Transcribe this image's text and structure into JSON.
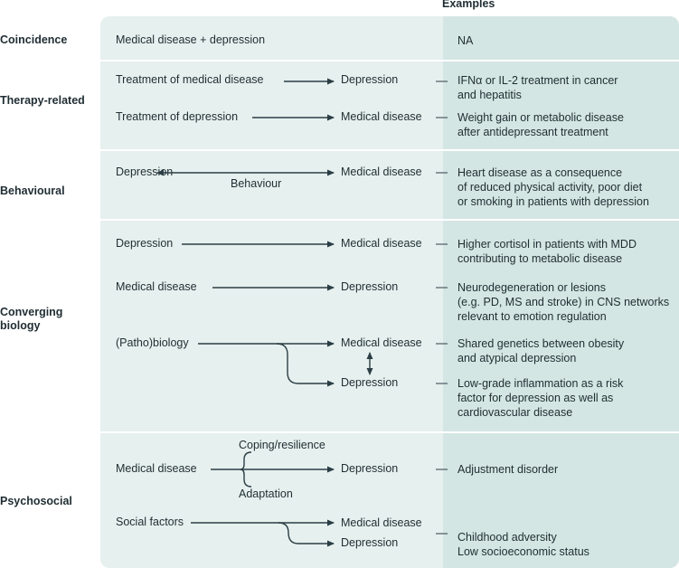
{
  "header": {
    "examples": "Examples"
  },
  "categories": {
    "coincidence": "Coincidence",
    "therapy_related": "Therapy-related",
    "behavioural": "Behavioural",
    "converging_biology": "Converging\nbiology",
    "psychosocial": "Psychosocial"
  },
  "rows": {
    "coincidence": {
      "source": "Medical disease + depression",
      "example": "NA"
    },
    "therapy_medical": {
      "source": "Treatment of medical disease",
      "target": "Depression",
      "example": "IFNα or IL-2 treatment in cancer\nand hepatitis"
    },
    "therapy_depression": {
      "source": "Treatment of depression",
      "target": "Medical disease",
      "example": "Weight gain or metabolic disease\nafter antidepressant treatment"
    },
    "behavioural": {
      "source": "Depression",
      "via": "Behaviour",
      "target": "Medical disease",
      "example": "Heart disease as a consequence\nof reduced physical activity, poor diet\nor smoking in patients with depression"
    },
    "bio_depression": {
      "source": "Depression",
      "target": "Medical disease",
      "example": "Higher cortisol in patients with MDD\ncontributing to metabolic disease"
    },
    "bio_medical": {
      "source": "Medical disease",
      "target": "Depression",
      "example": "Neurodegeneration or lesions\n(e.g. PD, MS and stroke) in CNS networks\nrelevant to emotion regulation"
    },
    "bio_shared": {
      "source": "(Patho)biology",
      "target_1": "Medical disease",
      "target_2": "Depression",
      "example_1": "Shared genetics between obesity\nand atypical depression",
      "example_2": "Low-grade inflammation as a risk\nfactor for depression as well as\ncardiovascular disease"
    },
    "psycho_adjust": {
      "source": "Medical disease",
      "above": "Coping/resilience",
      "below": "Adaptation",
      "target": "Depression",
      "example": "Adjustment disorder"
    },
    "psycho_social": {
      "source": "Social factors",
      "target_1": "Medical disease",
      "target_2": "Depression",
      "example": "Childhood adversity\nLow socioeconomic status"
    }
  },
  "colors": {
    "left_panel": "#e6f0ee",
    "right_panel": "#d4e6e3",
    "arrow": "#2b3e45",
    "text": "#1f2d33"
  }
}
